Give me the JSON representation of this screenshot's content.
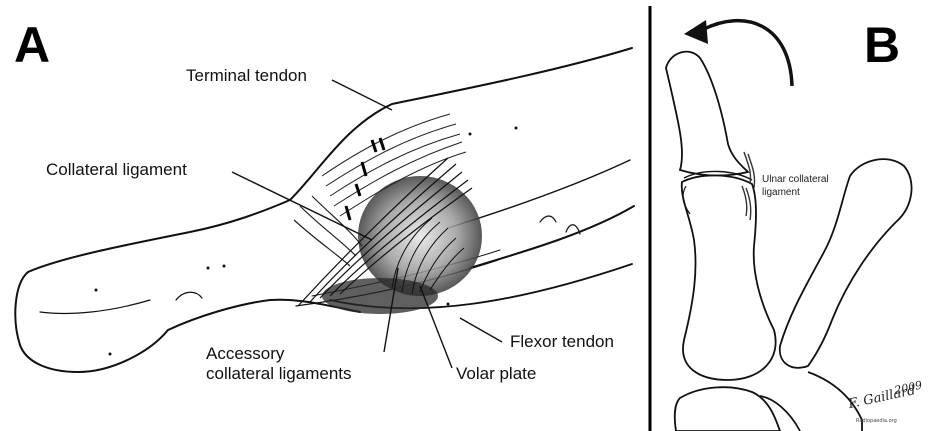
{
  "panels": {
    "a": {
      "letter": "A",
      "labels": {
        "terminal_tendon": "Terminal tendon",
        "collateral_ligament": "Collateral ligament",
        "accessory_line1": "Accessory",
        "accessory_line2": "collateral ligaments",
        "volar_plate": "Volar plate",
        "flexor_tendon": "Flexor tendon"
      }
    },
    "b": {
      "letter": "B",
      "labels": {
        "ulnar_line1": "Ulnar collateral",
        "ulnar_line2": "ligament"
      },
      "signature": {
        "name": "F. Gaillard",
        "year": "2009",
        "small_print": "Radiopaedia.org"
      }
    }
  },
  "colors": {
    "ink": "#111111",
    "divider": "#000000",
    "tissue_shade": "#9a9a9a",
    "background": "#ffffff"
  }
}
